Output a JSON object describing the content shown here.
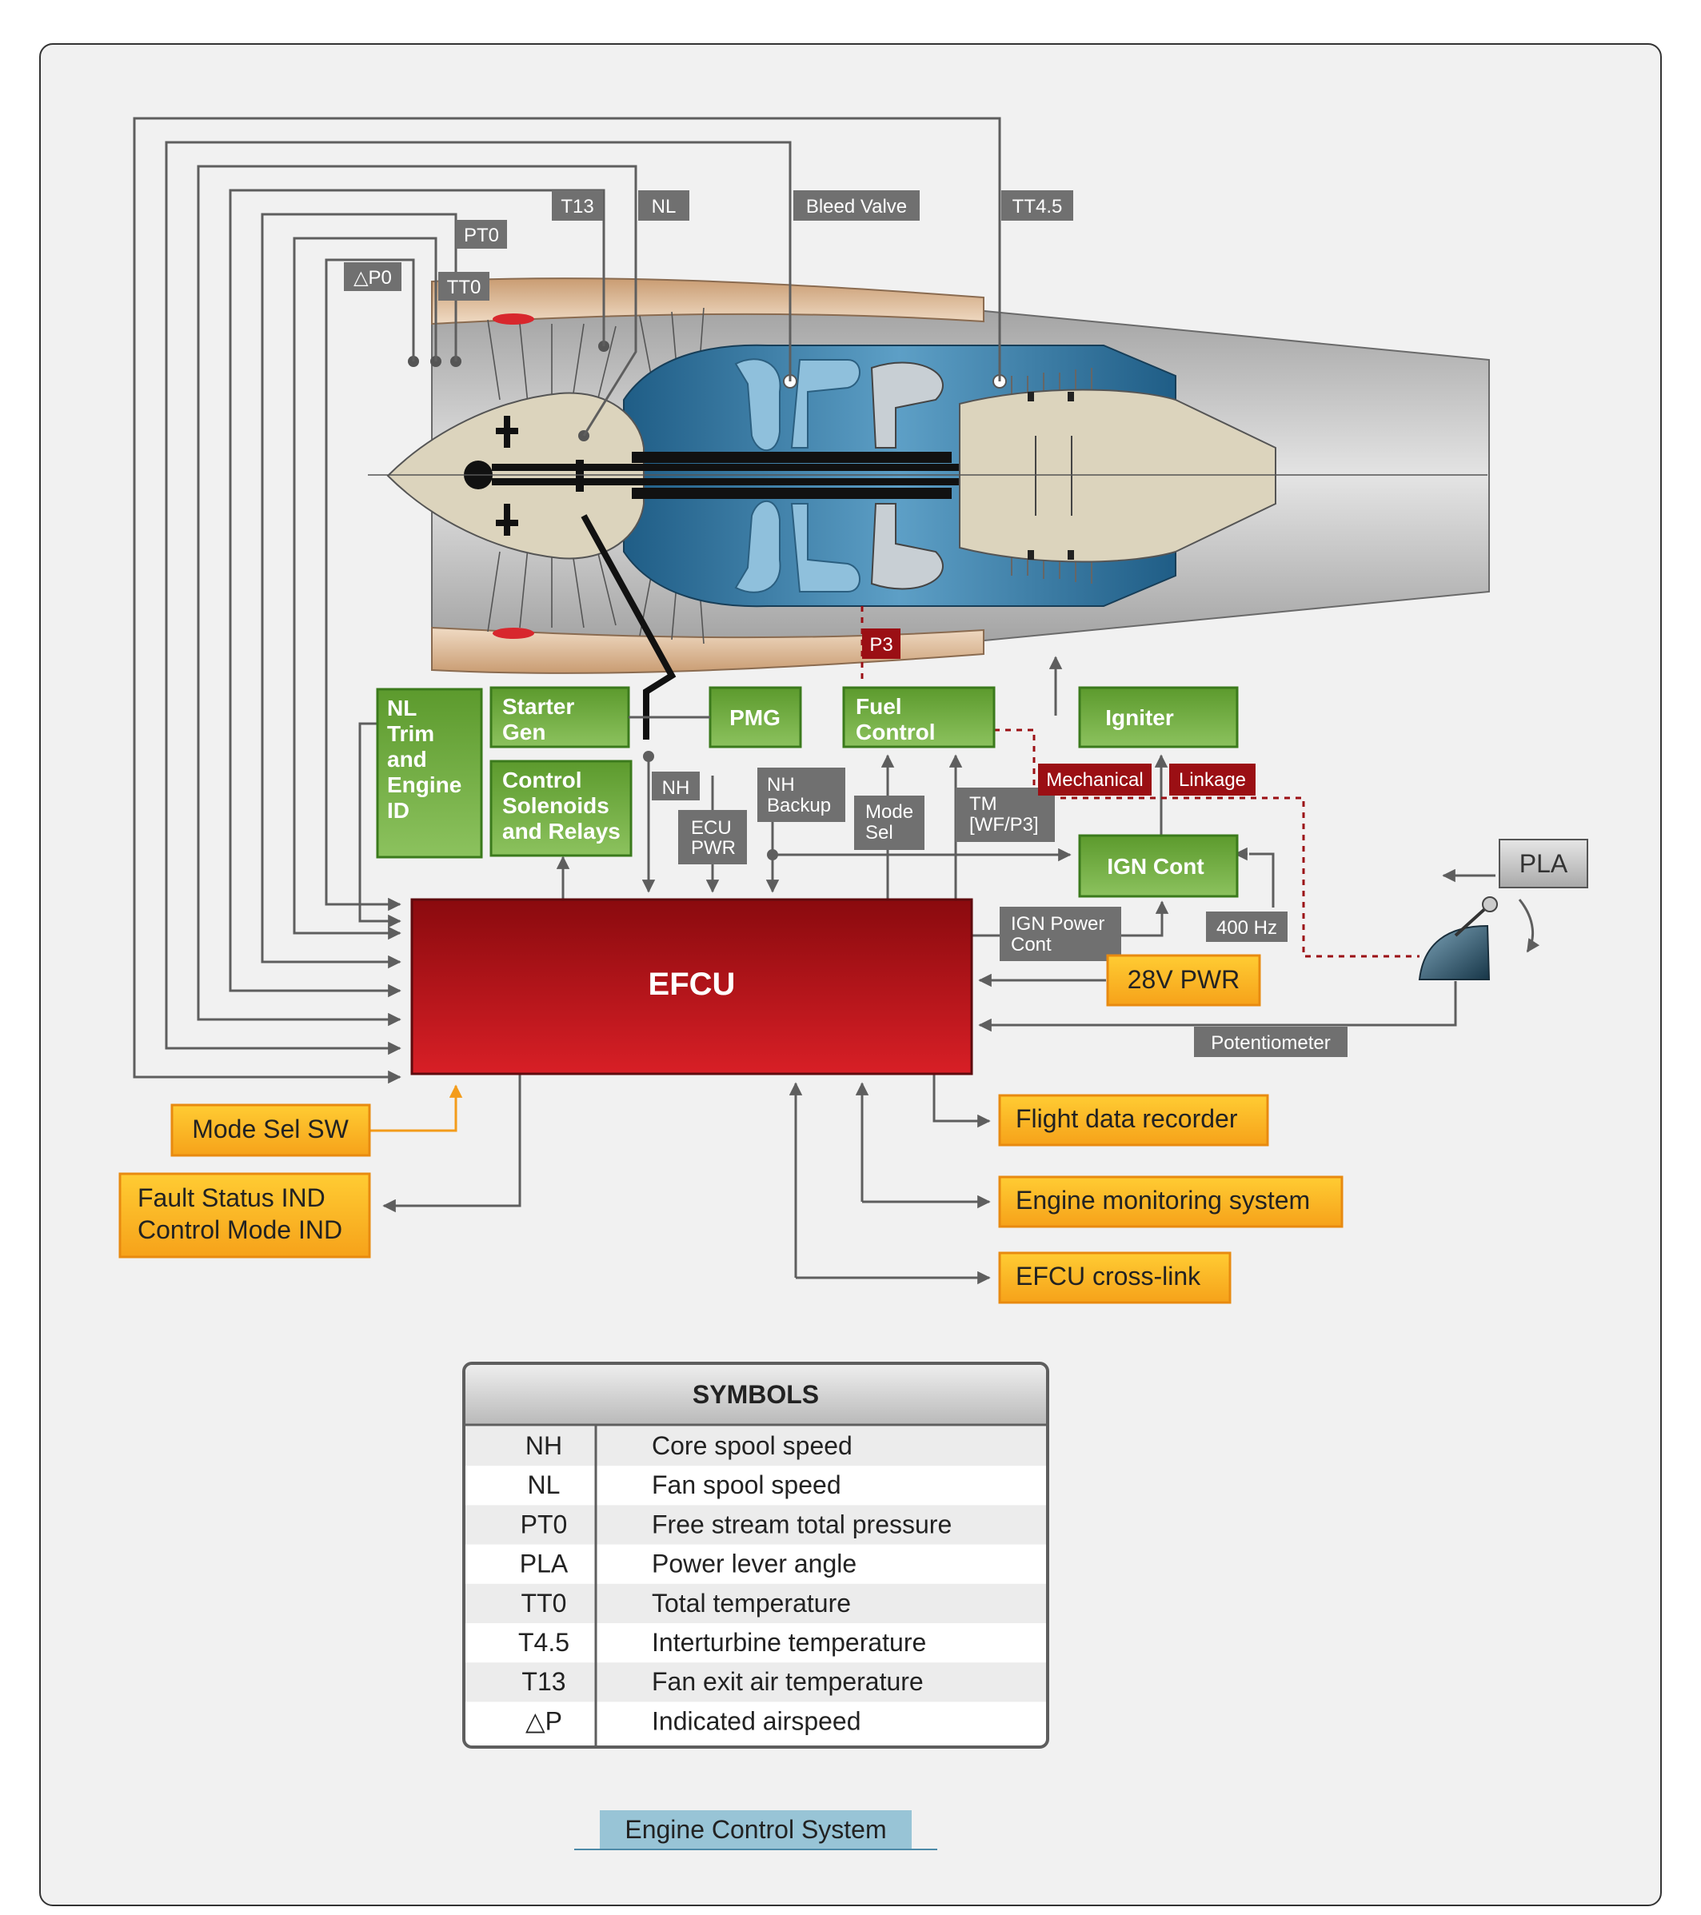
{
  "engine_sensors": {
    "t13": "T13",
    "nl": "NL",
    "bleed_valve": "Bleed Valve",
    "tt45": "TT4.5",
    "pt0": "PT0",
    "dp0": "△P0",
    "tt0": "TT0",
    "p3": "P3"
  },
  "components": {
    "nl_trim": [
      "NL",
      "Trim",
      "and",
      "Engine",
      "ID"
    ],
    "starter_gen": [
      "Starter",
      "Gen"
    ],
    "pmg": "PMG",
    "control_solenoids": [
      "Control",
      "Solenoids",
      "and Relays"
    ],
    "fuel_control": [
      "Fuel",
      "Control"
    ],
    "igniter": "Igniter",
    "ign_cont": "IGN Cont",
    "efcu": "EFCU"
  },
  "signals": {
    "nh": "NH",
    "ecu_pwr": [
      "ECU",
      "PWR"
    ],
    "nh_backup": [
      "NH",
      "Backup"
    ],
    "mode_sel": [
      "Mode",
      "Sel"
    ],
    "tm_wf_p3": [
      "TM",
      "[WF/P3]"
    ],
    "mechanical": "Mechanical",
    "linkage": "Linkage",
    "ign_power_cont": [
      "IGN Power",
      "Cont"
    ],
    "hz400": "400 Hz",
    "potentiometer": "Potentiometer",
    "pla": "PLA"
  },
  "external": {
    "pwr28v": "28V PWR",
    "mode_sel_sw": "Mode Sel SW",
    "fault_status": [
      "Fault Status IND",
      "Control Mode IND"
    ],
    "flight_data_recorder": "Flight data recorder",
    "engine_monitoring": "Engine monitoring system",
    "efcu_crosslink": "EFCU cross-link"
  },
  "symbols": {
    "title": "SYMBOLS",
    "rows": [
      {
        "symbol": "NH",
        "meaning": "Core spool speed"
      },
      {
        "symbol": "NL",
        "meaning": "Fan spool speed"
      },
      {
        "symbol": "PT0",
        "meaning": "Free stream total pressure"
      },
      {
        "symbol": "PLA",
        "meaning": "Power lever angle"
      },
      {
        "symbol": "TT0",
        "meaning": "Total temperature"
      },
      {
        "symbol": "T4.5",
        "meaning": "Interturbine temperature"
      },
      {
        "symbol": "T13",
        "meaning": "Fan exit air temperature"
      },
      {
        "symbol": "△P",
        "meaning": "Indicated airspeed"
      }
    ]
  },
  "caption": "Engine Control System",
  "colors": {
    "panel": "#f1f1f1",
    "gray_label": "#707070",
    "green": "#6aaa3a",
    "efcu_red": "#b5121b",
    "orange": "#f7ab1b",
    "dark_red": "#9b0f14",
    "line": "#5e5e5e",
    "caption_bg": "#98c4d6"
  }
}
